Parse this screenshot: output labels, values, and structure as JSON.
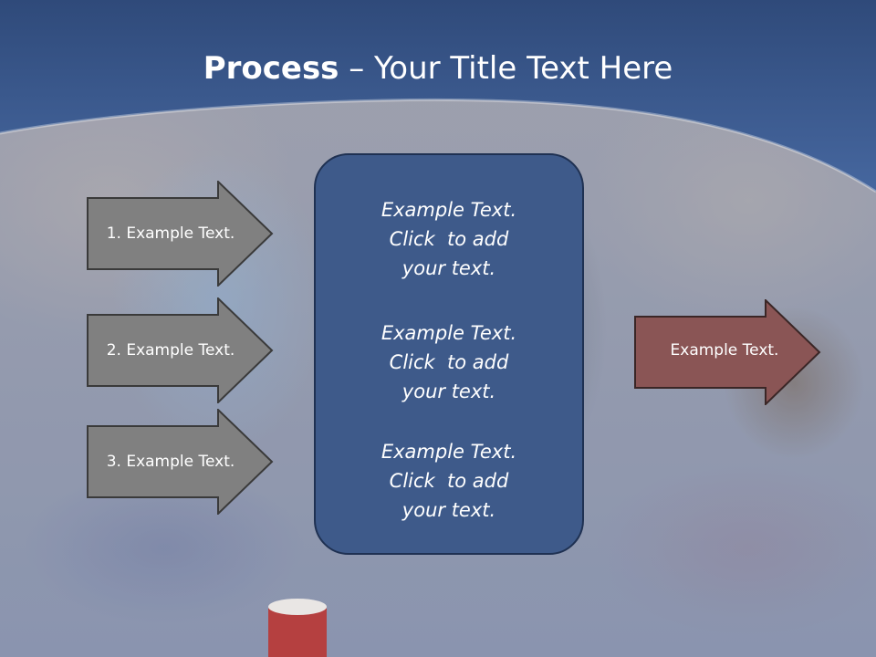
{
  "title": {
    "bold": "Process",
    "rest": " – Your Title Text Here"
  },
  "left_steps": [
    {
      "label": "1. Example Text."
    },
    {
      "label": "2. Example Text."
    },
    {
      "label": "3. Example Text."
    }
  ],
  "center_blocks": [
    {
      "text": "Example Text.\nClick  to add\nyour text."
    },
    {
      "text": "Example Text.\nClick  to add\nyour text."
    },
    {
      "text": "Example Text.\nClick  to add\nyour text."
    }
  ],
  "right_arrow": {
    "label": "Example Text."
  },
  "colors": {
    "header_blue": "#3c5a8e",
    "center_box": "#3e5a8a",
    "left_arrow_fill": "#808080",
    "right_arrow_fill": "#8a5555"
  }
}
